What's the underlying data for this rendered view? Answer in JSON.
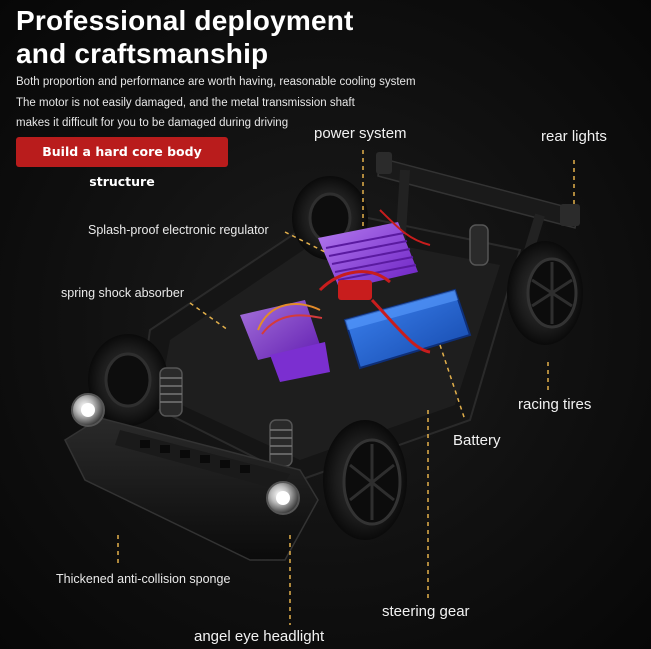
{
  "title": {
    "line1": "Professional deployment",
    "line2": "and craftsmanship"
  },
  "description": [
    "Both proportion and performance are worth having, reasonable cooling system",
    "The motor is not easily damaged, and the metal transmission shaft",
    "makes it difficult for you to be damaged during driving"
  ],
  "cta": {
    "label": "Build a hard core body structure"
  },
  "labels": {
    "power_system": "power system",
    "rear_lights": "rear lights",
    "regulator": "Splash-proof electronic regulator",
    "shock_absorber": "spring shock absorber",
    "racing_tires": "racing tires",
    "battery": "Battery",
    "sponge": "Thickened anti-collision sponge",
    "steering_gear": "steering gear",
    "headlight": "angel eye headlight"
  },
  "colors": {
    "accent_red": "#b91c1c",
    "leader_line": "#e3b04b",
    "anodized_purple": "#8a2be2",
    "battery_blue": "#1e64d8"
  }
}
